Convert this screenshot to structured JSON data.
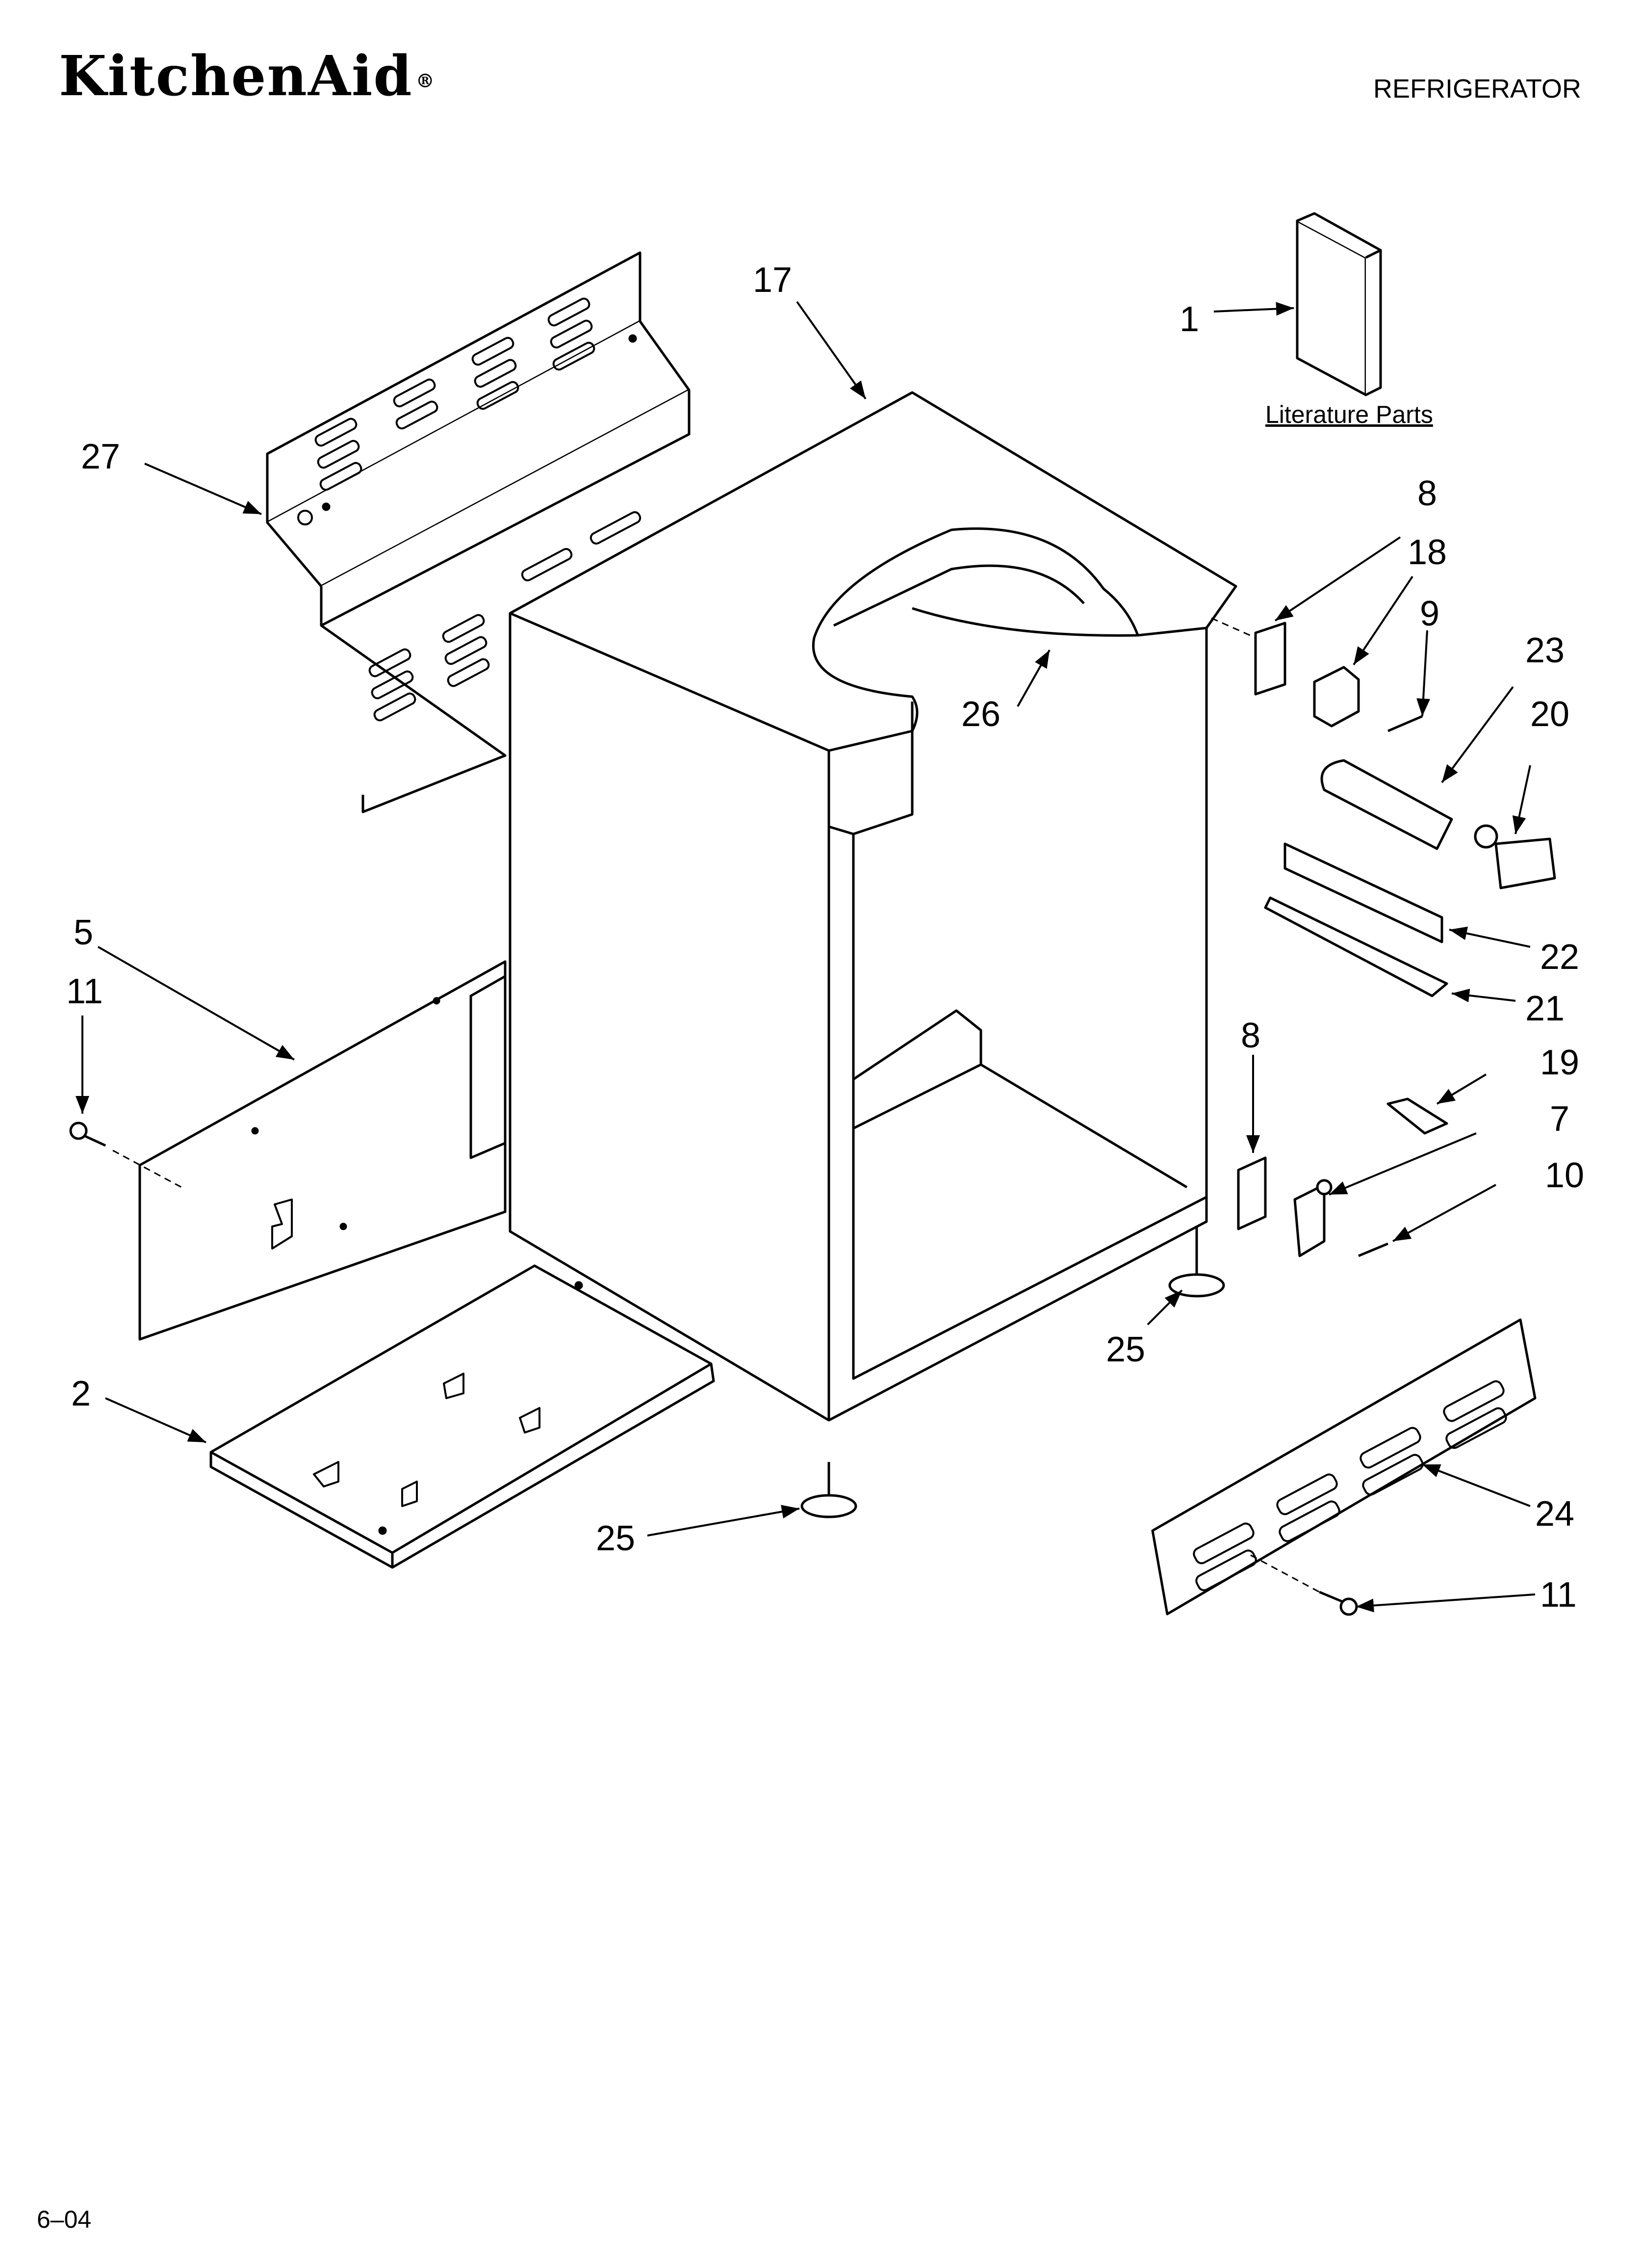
{
  "header": {
    "brand": "KitchenAid",
    "brand_mark": "®",
    "doc_type": "REFRIGERATOR"
  },
  "footer": {
    "code": "6–04"
  },
  "literature_caption": "Literature Parts",
  "callouts": {
    "c1": "1",
    "c17": "17",
    "c27": "27",
    "c8a": "8",
    "c18": "18",
    "c9": "9",
    "c23": "23",
    "c20": "20",
    "c26": "26",
    "c22": "22",
    "c21": "21",
    "c5": "5",
    "c11a": "11",
    "c8b": "8",
    "c19": "19",
    "c7": "7",
    "c10": "10",
    "c25a": "25",
    "c2": "2",
    "c24": "24",
    "c25b": "25",
    "c11b": "11"
  }
}
